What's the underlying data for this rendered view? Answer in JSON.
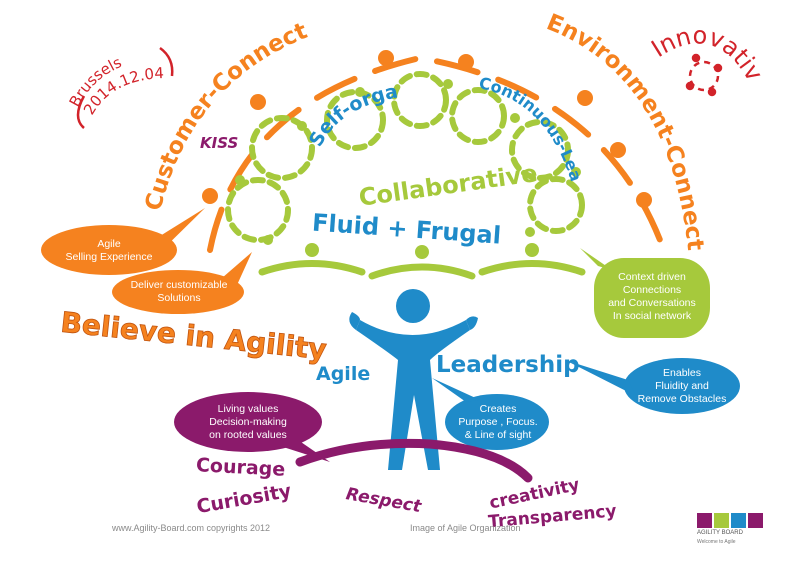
{
  "colors": {
    "orange": "#f5821f",
    "green": "#a6c93c",
    "blue": "#1f8bc9",
    "purple": "#8b1a6b",
    "red": "#d2232a"
  },
  "icons": [
    "people-chain-icon",
    "agile-person-icon",
    "speech-bubble-icon"
  ],
  "headings": {
    "customer_connected": "Customer-Connected",
    "environment_connected": "Environment-Connected",
    "kiss": "KISS",
    "self_organized": "Self-organized",
    "continuous_learning": "Continuous-Learning",
    "collaborative": "Collaborative",
    "fluid_frugal": "Fluid  + Frugal",
    "believe": "Believe in Agility",
    "agile": "Agile",
    "leadership": "Leadership",
    "innovative": "Innovative"
  },
  "stamp": {
    "city": "Brussels",
    "date": "2014.12.04"
  },
  "bubbles": {
    "agile_selling": [
      "Agile",
      "Selling Experience"
    ],
    "deliver": [
      "Deliver customizable",
      "Solutions"
    ],
    "context": [
      "Context driven",
      "Connections",
      "and Conversations",
      "In social network"
    ],
    "enables": [
      "Enables",
      "Fluidity and",
      "Remove Obstacles"
    ],
    "creates": [
      "Creates",
      "Purpose , Focus.",
      "& Line of sight"
    ],
    "living": [
      "Living values",
      "Decision-making",
      "on  rooted values"
    ]
  },
  "values": {
    "courage": "Courage",
    "curiosity": "Curiosity",
    "respect": "Respect",
    "creativity": "creativity",
    "transparency": "Transparency"
  },
  "footer": {
    "copyright": "www.Agility-Board.com copyrights 2012",
    "caption": "Image of Agile Organization"
  },
  "logo": {
    "name": "AGILITY BOARD",
    "tagline": "Welcome to Agile"
  }
}
